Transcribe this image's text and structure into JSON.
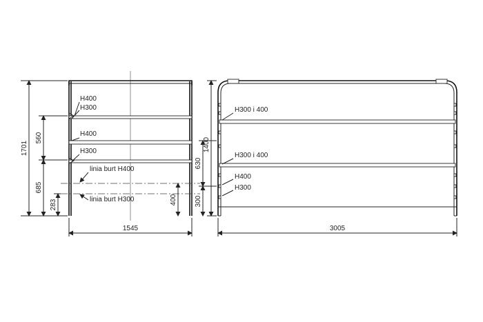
{
  "dimensions": {
    "total_height": "1701",
    "upper_gap": "560",
    "lower_gap": "685",
    "low_rail": "283",
    "base_height_left": "400",
    "width_side": "1545",
    "post_height": "1400",
    "mid_height": "630",
    "base_height_right": "300",
    "length": "3005"
  },
  "labels": {
    "h400_a": "H400",
    "h300_a": "H300",
    "h400_b": "H400",
    "h300_b": "H300",
    "burt_h400": "linia burt H400",
    "burt_h300": "linia burt H300",
    "right_upper": "H300 i 400",
    "right_lower": "H300 i 400",
    "right_h400": "H400",
    "right_h300": "H300"
  }
}
